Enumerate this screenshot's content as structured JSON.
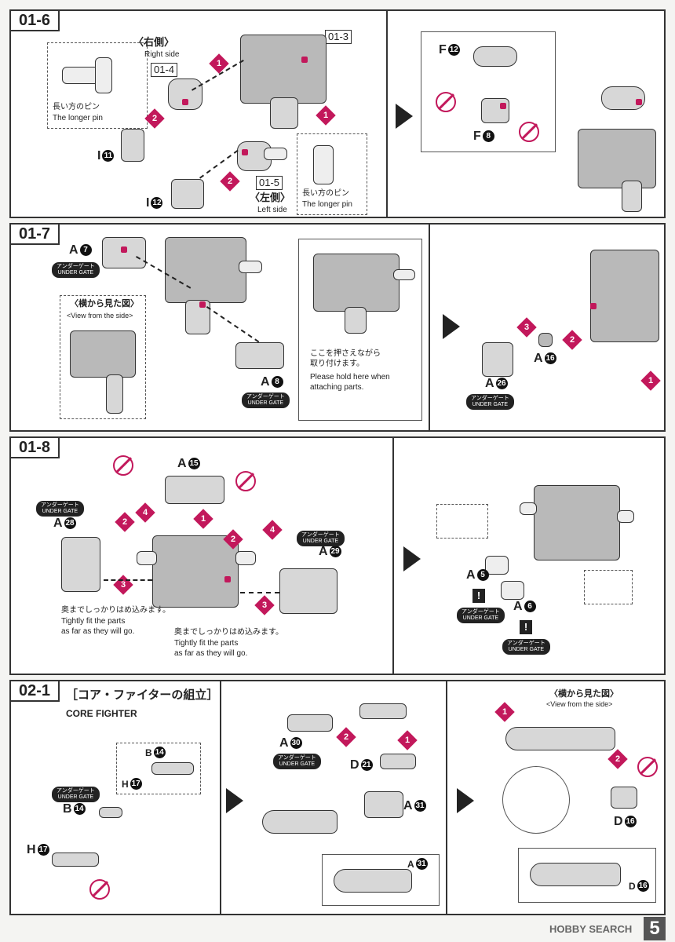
{
  "steps": {
    "s0106": {
      "num": "01-6"
    },
    "s0107": {
      "num": "01-7"
    },
    "s0108": {
      "num": "01-8"
    },
    "s0201": {
      "num": "02-1",
      "title_jp": "［コア・ファイターの組立］",
      "title_en": "CORE FIGHTER"
    }
  },
  "labels": {
    "right_side_jp": "〈右側〉",
    "right_side_en": "Right side",
    "left_side_jp": "〈左側〉",
    "left_side_en": "Left side",
    "ref_0104": "01-4",
    "ref_0103": "01-3",
    "ref_0105": "01-5",
    "longer_pin_jp": "長い方のピン",
    "longer_pin_en": "The longer pin",
    "view_side_jp": "〈横から見た図〉",
    "view_side_en": "<View from the side>",
    "hold_jp": "ここを押さえながら\n取り付けます。",
    "hold_en": "Please hold here when\nattaching parts.",
    "tight_jp": "奥までしっかりはめ込みます。",
    "tight_en": "Tightly fit the parts\nas far as they will go.",
    "under_gate_jp": "アンダーゲート",
    "under_gate_en": "UNDER GATE",
    "footer": "HOBBY SEARCH",
    "page": "5"
  },
  "parts": {
    "I11": {
      "l": "I",
      "n": "11"
    },
    "I12": {
      "l": "I",
      "n": "12"
    },
    "F12": {
      "l": "F",
      "n": "12"
    },
    "F8": {
      "l": "F",
      "n": "8"
    },
    "A7": {
      "l": "A",
      "n": "7"
    },
    "A8": {
      "l": "A",
      "n": "8"
    },
    "A16": {
      "l": "A",
      "n": "16"
    },
    "A26": {
      "l": "A",
      "n": "26"
    },
    "A15": {
      "l": "A",
      "n": "15"
    },
    "A28": {
      "l": "A",
      "n": "28"
    },
    "A29": {
      "l": "A",
      "n": "29"
    },
    "A5": {
      "l": "A",
      "n": "5"
    },
    "A6": {
      "l": "A",
      "n": "6"
    },
    "A30": {
      "l": "A",
      "n": "30"
    },
    "D21": {
      "l": "D",
      "n": "21"
    },
    "A31": {
      "l": "A",
      "n": "31"
    },
    "B14": {
      "l": "B",
      "n": "14"
    },
    "H17": {
      "l": "H",
      "n": "17"
    },
    "D16": {
      "l": "D",
      "n": "16"
    }
  },
  "colors": {
    "accent": "#c2185b",
    "ink": "#222222"
  }
}
